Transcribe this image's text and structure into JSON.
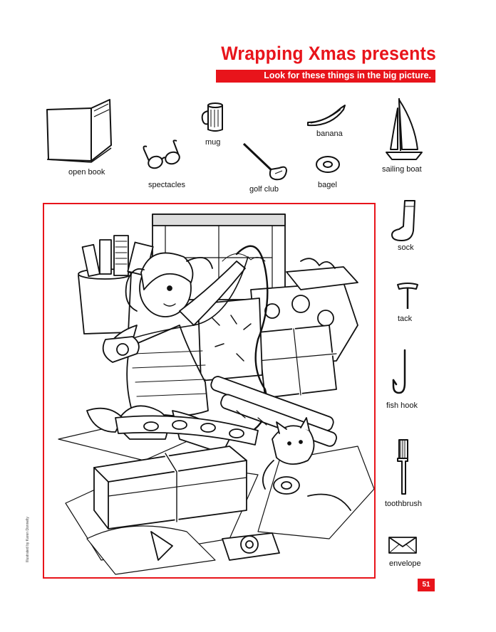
{
  "header": {
    "title": "Wrapping Xmas presents",
    "subtitle": "Look for these things in the big picture."
  },
  "items": {
    "open_book": "open book",
    "mug": "mug",
    "spectacles": "spectacles",
    "banana": "banana",
    "golf_club": "golf club",
    "bagel": "bagel",
    "sailing_boat": "sailing boat",
    "sock": "sock",
    "tack": "tack",
    "fish_hook": "fish hook",
    "toothbrush": "toothbrush",
    "envelope": "envelope"
  },
  "credit": "Illustrated by Karen Donnelly",
  "page_number": "51",
  "colors": {
    "accent": "#e8141b",
    "ink": "#111111"
  }
}
